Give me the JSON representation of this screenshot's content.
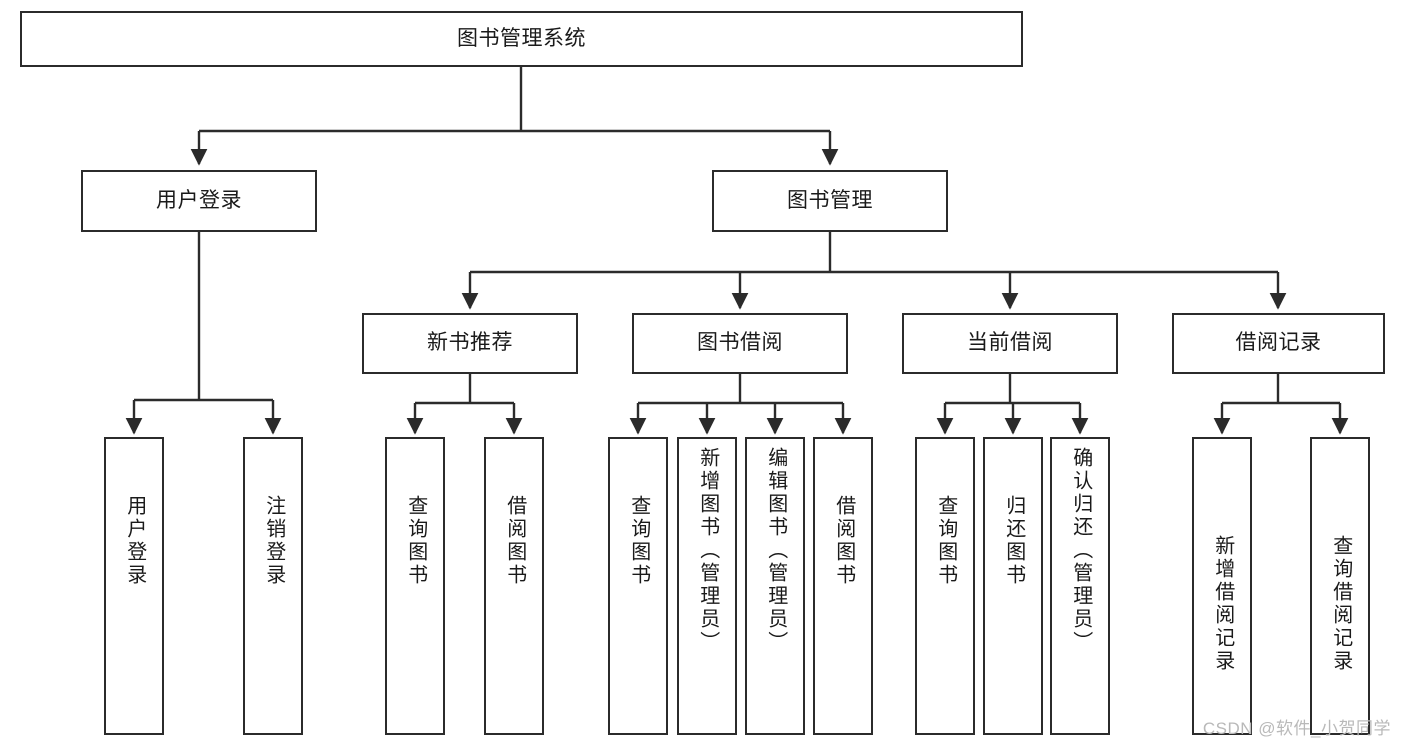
{
  "diagram": {
    "type": "tree",
    "title": "图书管理系统",
    "colors": {
      "stroke": "#2b2b2b",
      "fill": "#ffffff",
      "text": "#1a1a1a",
      "watermark": "#b9b9b9"
    },
    "levels": {
      "root": {
        "label": "图书管理系统"
      },
      "level2": [
        {
          "label": "用户登录"
        },
        {
          "label": "图书管理"
        }
      ],
      "level3": [
        {
          "label": "新书推荐"
        },
        {
          "label": "图书借阅"
        },
        {
          "label": "当前借阅"
        },
        {
          "label": "借阅记录"
        }
      ],
      "leaves": [
        {
          "label": "用户登录",
          "parent": "用户登录"
        },
        {
          "label": "注销登录",
          "parent": "用户登录"
        },
        {
          "label": "查询图书",
          "parent": "新书推荐"
        },
        {
          "label": "借阅图书",
          "parent": "新书推荐"
        },
        {
          "label": "查询图书",
          "parent": "图书借阅"
        },
        {
          "label": "新增图书（管理员）",
          "parent": "图书借阅"
        },
        {
          "label": "编辑图书（管理员）",
          "parent": "图书借阅"
        },
        {
          "label": "借阅图书",
          "parent": "图书借阅"
        },
        {
          "label": "查询图书",
          "parent": "当前借阅"
        },
        {
          "label": "归还图书",
          "parent": "当前借阅"
        },
        {
          "label": "确认归还（管理员）",
          "parent": "当前借阅"
        },
        {
          "label": "新增借阅记录",
          "parent": "借阅记录"
        },
        {
          "label": "查询借阅记录",
          "parent": "借阅记录"
        }
      ]
    }
  },
  "watermark": {
    "text": "CSDN @软件_小贺同学"
  }
}
